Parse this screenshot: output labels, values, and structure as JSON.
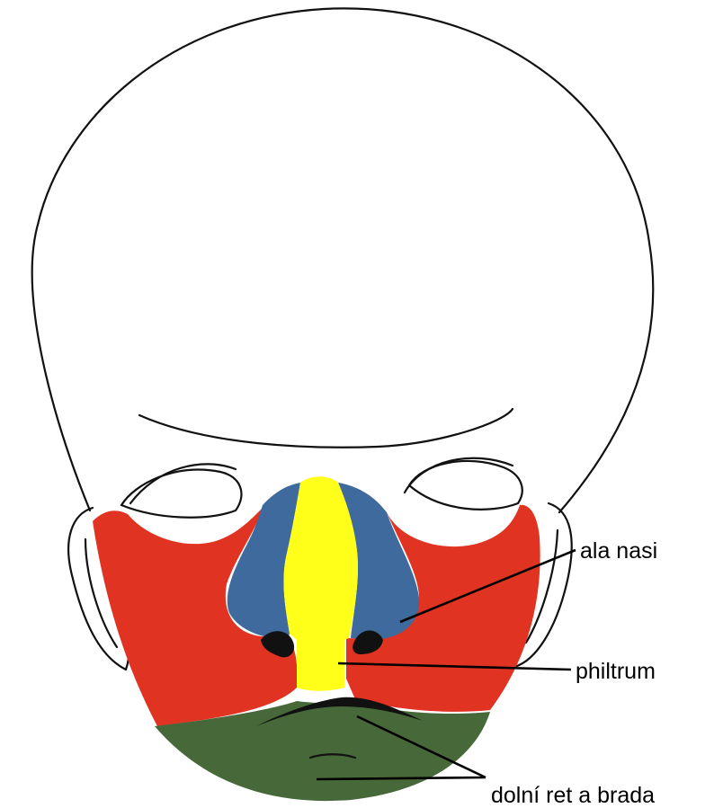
{
  "labels": {
    "ala_nasi": "ala nasi",
    "philtrum": "philtrum",
    "lower_lip_chin": "dolní ret a brada"
  },
  "colors": {
    "cheek_regions": "#e03322",
    "nose_ala": "#3f6a9e",
    "nasal_center_philtrum": "#ffff1a",
    "lower_lip_chin": "#47693a",
    "outline": "#111111"
  }
}
